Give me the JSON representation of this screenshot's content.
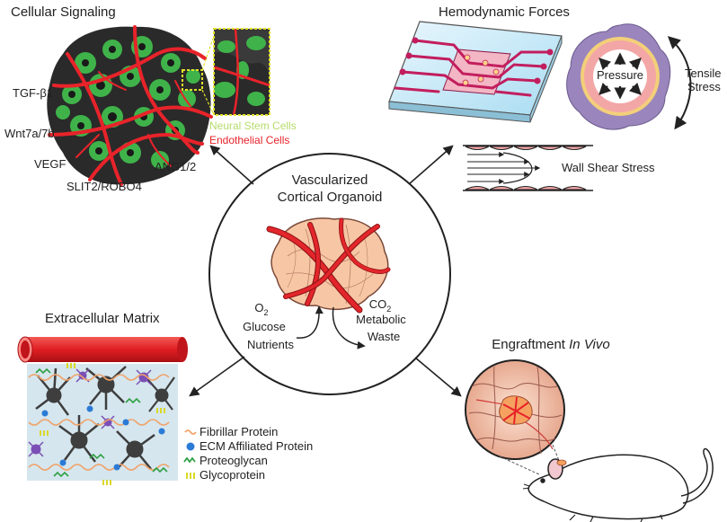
{
  "panels": {
    "cellular_signaling": {
      "title": "Cellular Signaling",
      "factors": [
        "TGF-β1",
        "Wnt7a/7b",
        "VEGF",
        "SLIT2/ROBO4",
        "ANG1/2"
      ],
      "legend": [
        {
          "label": "Neural Stem Cells",
          "color": "#b6dc6a"
        },
        {
          "label": "Endothelial Cells",
          "color": "#e8232a"
        }
      ]
    },
    "hemodynamic_forces": {
      "title": "Hemodynamic Forces",
      "pressure_label": "Pressure",
      "tensile_label_1": "Tensile",
      "tensile_label_2": "Stress",
      "shear_label": "Wall Shear Stress"
    },
    "center": {
      "title_line1": "Vascularized",
      "title_line2": "Cortical Organoid",
      "inputs": {
        "o2": "O",
        "o2_sub": "2",
        "line2": "Glucose",
        "line3": "Nutrients"
      },
      "outputs": {
        "co2": "CO",
        "co2_sub": "2",
        "line2": "Metabolic",
        "line3": "Waste"
      }
    },
    "extracellular_matrix": {
      "title": "Extracellular Matrix",
      "legend": [
        {
          "label": "Fibrillar Protein",
          "icon": "fibril-icon",
          "color": "#f0a36a"
        },
        {
          "label": "ECM Affiliated Protein",
          "icon": "dot-icon",
          "color": "#2b7bd6"
        },
        {
          "label": "Proteoglycan",
          "icon": "squiggle-icon",
          "color": "#2ea043"
        },
        {
          "label": "Glycoprotein",
          "icon": "tuft-icon",
          "color": "#d9d92a"
        }
      ]
    },
    "engraftment": {
      "title_main": "Engraftment ",
      "title_italic": "In Vivo"
    }
  },
  "colors": {
    "vessel_red": "#e8232a",
    "stem_green": "#3fb34a",
    "organoid_dark": "#2a2a2a",
    "chip_blue": "#bfe6f5",
    "vessel_wall_pink": "#f3a6a6",
    "vessel_outer_purple": "#9a86bd",
    "organoid_peach": "#f7c6a4"
  }
}
